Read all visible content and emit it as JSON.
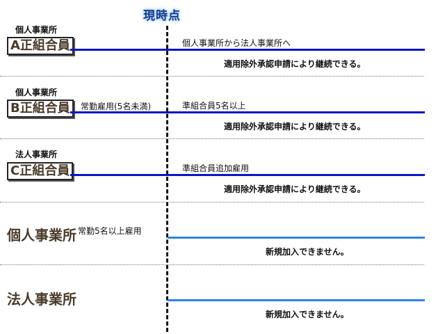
{
  "now_label": "現時点",
  "rows": [
    {
      "small_label": "個人事業所",
      "box_label": "A正組合員",
      "top_note": "個人事業所から法人事業所へ",
      "bottom_note": "適用除外承認申請により継続できる。"
    },
    {
      "small_label": "個人事業所",
      "box_label": "B正組合員",
      "left_note": "常勤雇用(5名未満)",
      "top_note": "準組合員5名以上",
      "bottom_note": "適用除外承認申請により継続できる。"
    },
    {
      "small_label": "法人事業所",
      "box_label": "C正組合員",
      "top_note": "準組合員追加雇用",
      "bottom_note": "適用除外承認申請により継続できる。"
    },
    {
      "big_label": "個人事業所",
      "left_note": "常勤5名以上雇用",
      "bottom_note": "新規加入できません。"
    },
    {
      "big_label": "法人事業所",
      "bottom_note": "新規加入できません。"
    }
  ],
  "colors": {
    "line_dark": "#0a16c8",
    "line_light": "#2a86e0"
  }
}
